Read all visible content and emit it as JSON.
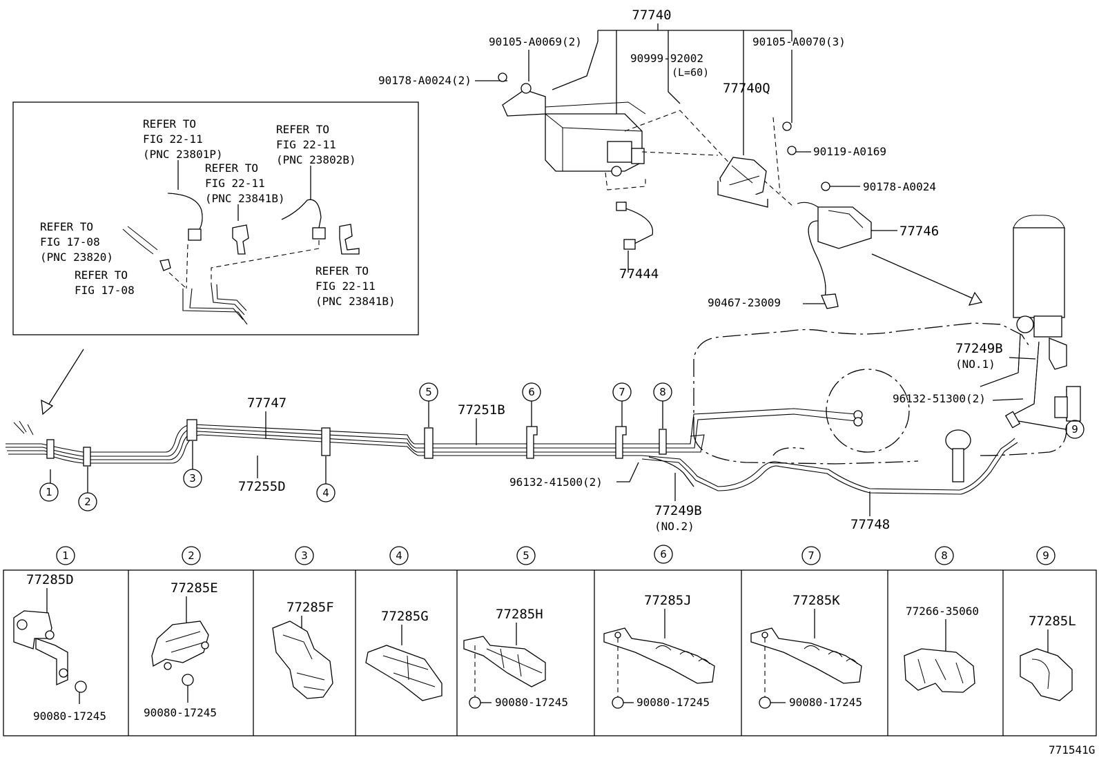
{
  "diagram": {
    "figure_code": "771541G",
    "callouts": {
      "canister_assy": "77740",
      "screw_left": "90105-A0069(2)",
      "hose_cut": "90999-92002",
      "hose_length": "(L=60)",
      "screw_right": "90105-A0070(3)",
      "clip_left": "90178-A0024(2)",
      "vsv": "77740Q",
      "bolt": "90119-A0169",
      "nut": "90178-A0024",
      "filter": "77746",
      "hose_77444": "77444",
      "clip_90467": "90467-23009",
      "tube_77747": "77747",
      "tube_77251b": "77251B",
      "tube_77255d": "77255D",
      "hose_clip_lower": "96132-41500(2)",
      "hose_no2_num": "77249B",
      "hose_no2_tag": "(NO.2)",
      "hose_no1_num": "77249B",
      "hose_no1_tag": "(NO.1)",
      "hose_clip_upper": "96132-51300(2)",
      "tube_77748": "77748"
    },
    "inset": {
      "ref_a": [
        "REFER TO",
        "FIG 22-11",
        "(PNC 23801P)"
      ],
      "ref_b": [
        "REFER TO",
        "FIG 22-11",
        "(PNC 23841B)"
      ],
      "ref_c": [
        "REFER TO",
        "FIG 22-11",
        "(PNC 23802B)"
      ],
      "ref_d": [
        "REFER TO",
        "FIG 17-08",
        "(PNC 23820)"
      ],
      "ref_e": [
        "REFER TO",
        "FIG 17-08"
      ],
      "ref_f": [
        "REFER TO",
        "FIG 22-11",
        "(PNC 23841B)"
      ]
    },
    "clamp_markers": [
      "1",
      "2",
      "3",
      "4",
      "5",
      "6",
      "7",
      "8",
      "9"
    ],
    "clamp_table": [
      {
        "num": "1",
        "part": "77285D",
        "fastener": "90080-17245"
      },
      {
        "num": "2",
        "part": "77285E",
        "fastener": "90080-17245"
      },
      {
        "num": "3",
        "part": "77285F",
        "fastener": ""
      },
      {
        "num": "4",
        "part": "77285G",
        "fastener": ""
      },
      {
        "num": "5",
        "part": "77285H",
        "fastener": "90080-17245"
      },
      {
        "num": "6",
        "part": "77285J",
        "fastener": "90080-17245"
      },
      {
        "num": "7",
        "part": "77285K",
        "fastener": "90080-17245"
      },
      {
        "num": "8",
        "part": "77266-35060",
        "fastener": ""
      },
      {
        "num": "9",
        "part": "77285L",
        "fastener": ""
      }
    ]
  }
}
